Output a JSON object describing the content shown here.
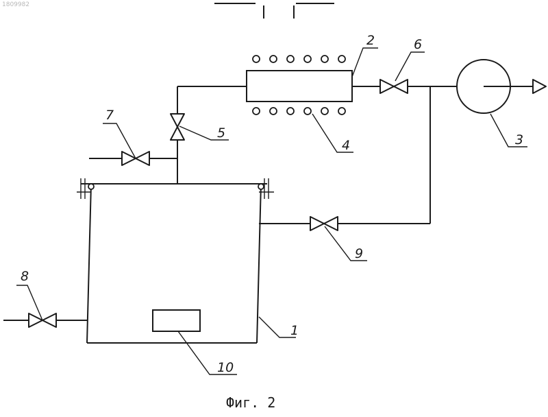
{
  "document_number": "1809982",
  "caption": "Фиг. 2",
  "labels": {
    "chamber": "1",
    "reactor_tube": "2",
    "pump": "3",
    "heater": "4",
    "valve_5": "5",
    "valve_6": "6",
    "valve_7": "7",
    "valve_8": "8",
    "valve_9": "9",
    "sample": "10"
  }
}
